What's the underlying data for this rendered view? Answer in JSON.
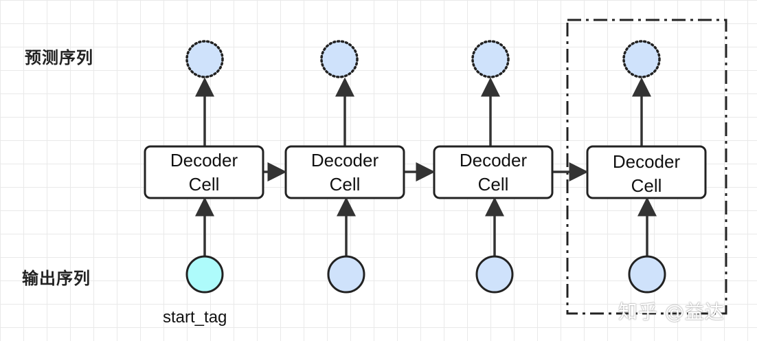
{
  "labels": {
    "prediction_row": "预测序列",
    "output_row": "输出序列",
    "start_tag": "start_tag"
  },
  "cells": [
    {
      "line1": "Decoder",
      "line2": "Cell"
    },
    {
      "line1": "Decoder",
      "line2": "Cell"
    },
    {
      "line1": "Decoder",
      "line2": "Cell"
    },
    {
      "line1": "Decoder",
      "line2": "Cell"
    }
  ],
  "watermark": "知乎 @益达",
  "colors": {
    "prediction_node_fill": "#cfe2fb",
    "input_node_fill": "#cfe2fb",
    "start_node_fill": "#aefbfb",
    "stroke": "#333333",
    "grid": "#e9e9e9"
  },
  "icons": {
    "edge_marker": "arrow-head"
  }
}
